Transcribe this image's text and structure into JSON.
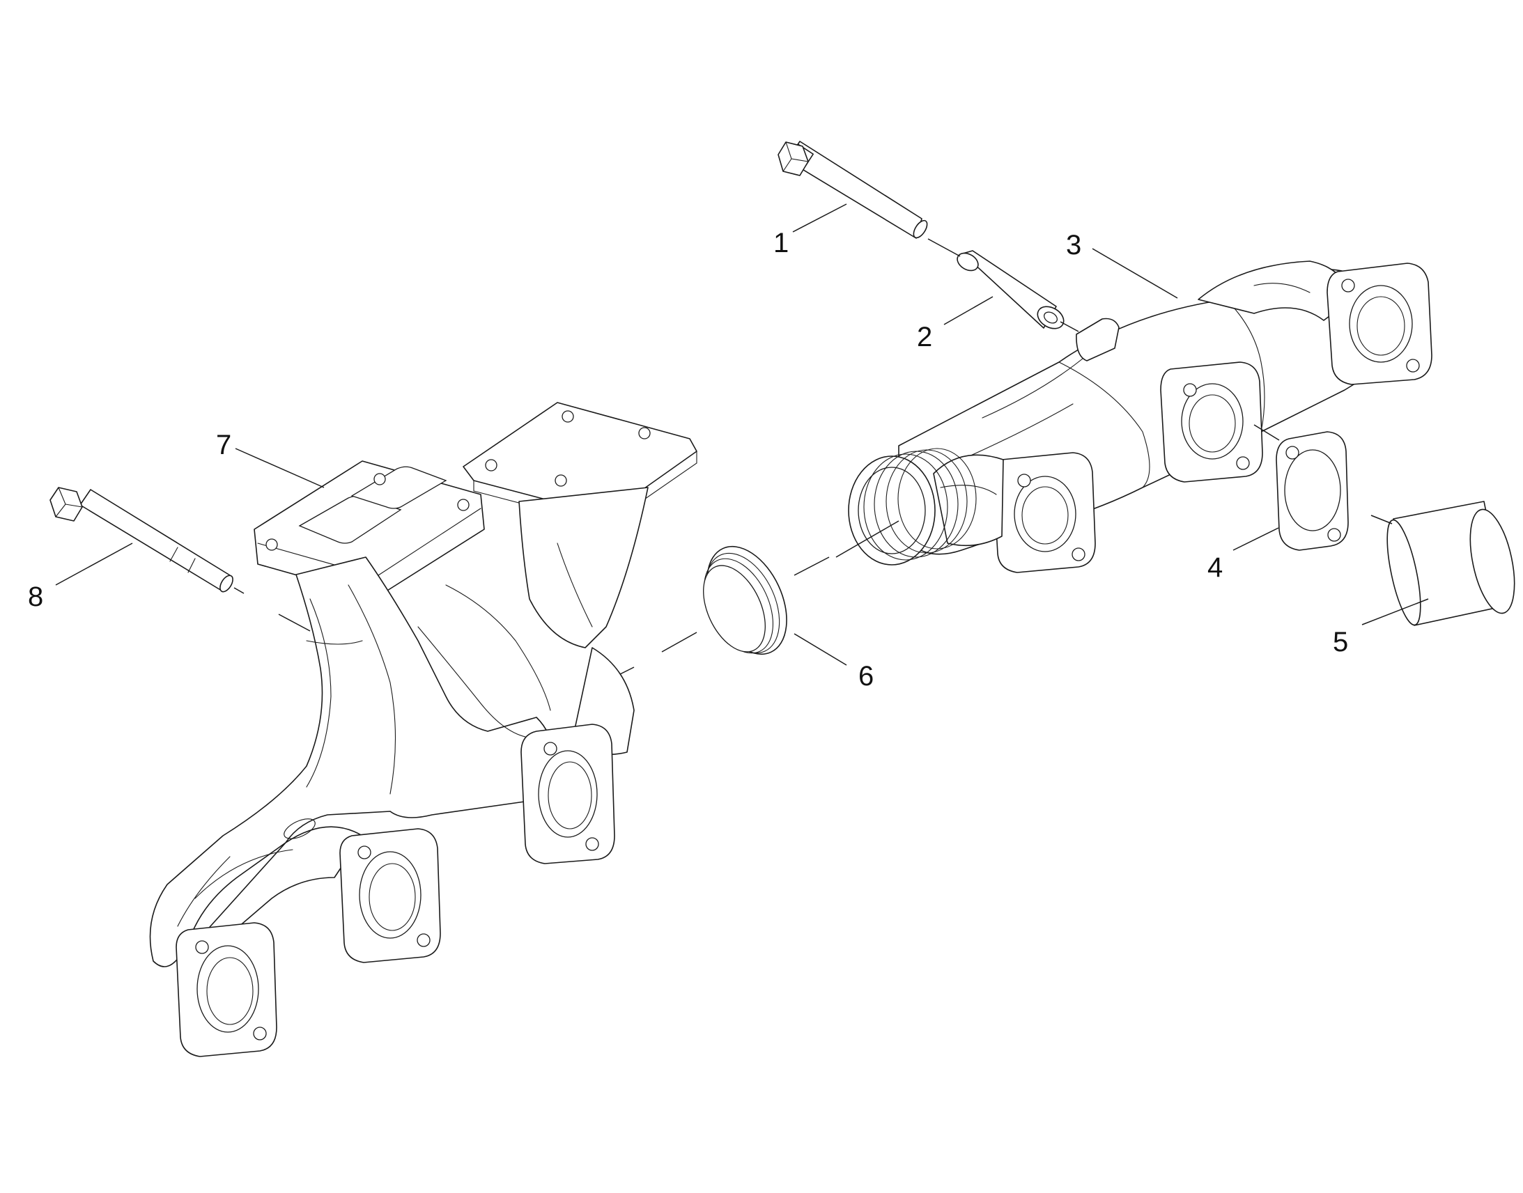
{
  "callouts": [
    {
      "id": "1",
      "label": "1"
    },
    {
      "id": "2",
      "label": "2"
    },
    {
      "id": "3",
      "label": "3"
    },
    {
      "id": "4",
      "label": "4"
    },
    {
      "id": "5",
      "label": "5"
    },
    {
      "id": "6",
      "label": "6"
    },
    {
      "id": "7",
      "label": "7"
    },
    {
      "id": "8",
      "label": "8"
    }
  ],
  "colors": {
    "background": "#ffffff",
    "line": "#1a1a1a"
  }
}
